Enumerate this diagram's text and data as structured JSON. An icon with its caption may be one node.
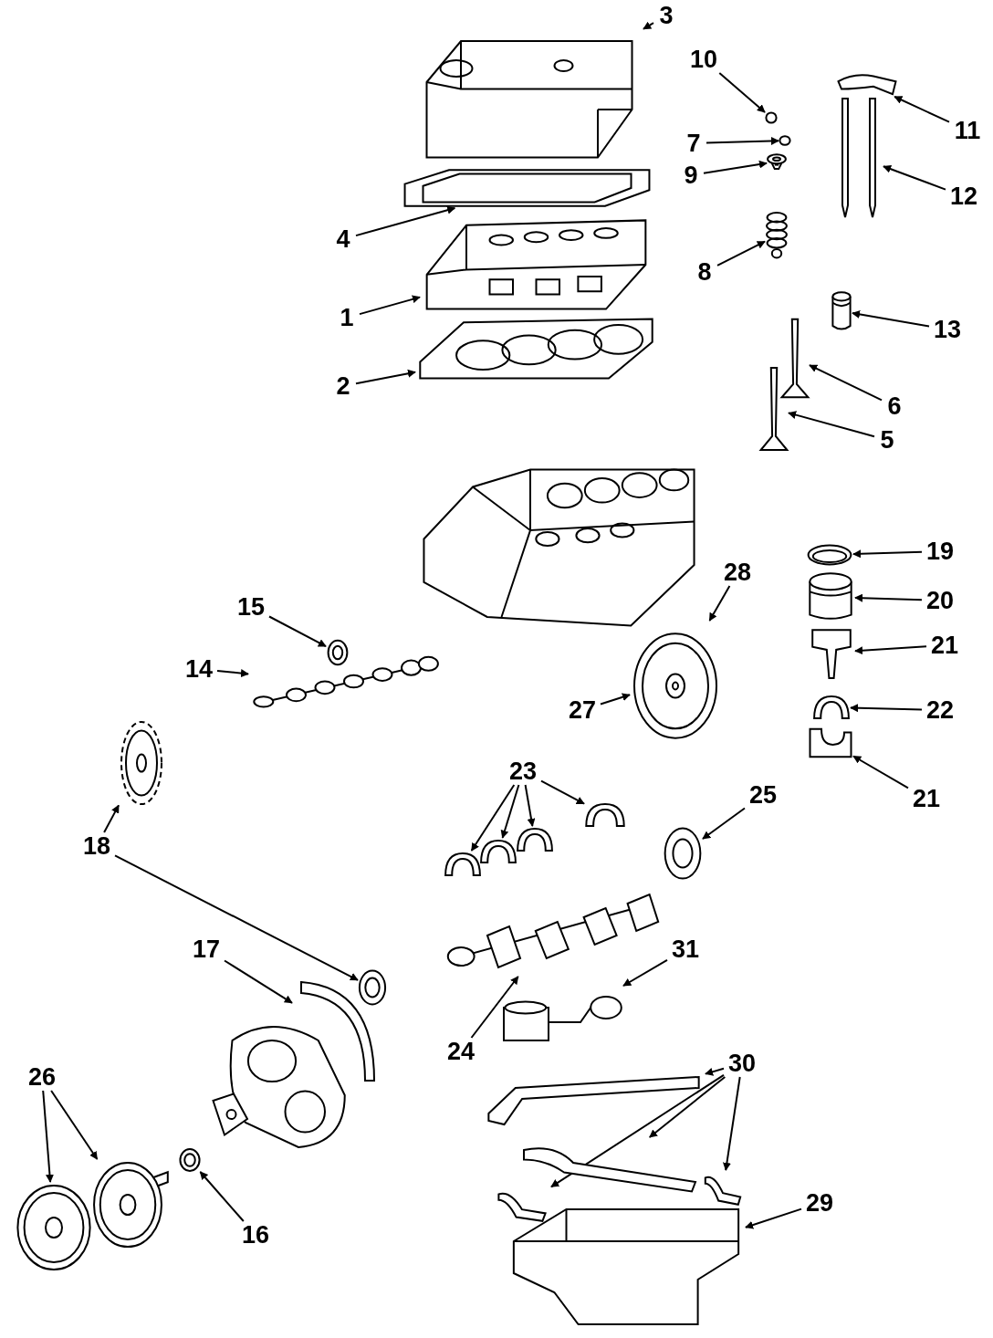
{
  "diagram": {
    "nodes": [
      {
        "text": [
          "3"
        ]
      },
      {
        "text": [],
        "shape": "picture"
      },
      {
        "text": [
          "10"
        ]
      },
      {
        "text": [],
        "shape": "circle"
      },
      {
        "text": [
          "7"
        ]
      },
      {
        "text": [],
        "shape": "circle"
      },
      {
        "text": [
          "9"
        ]
      },
      {
        "text": [],
        "shape": "picture"
      },
      {
        "text": [
          "11"
        ]
      },
      {
        "text": [],
        "shape": "picture"
      },
      {
        "text": [
          "12"
        ]
      },
      {
        "text": [],
        "shape": "picture"
      },
      {
        "text": [
          "4"
        ]
      },
      {
        "text": [],
        "shape": "picture"
      },
      {
        "text": [
          "8"
        ]
      },
      {
        "text": [],
        "shape": "picture"
      },
      {
        "text": [
          "1"
        ]
      },
      {
        "text": [],
        "shape": "picture"
      },
      {
        "text": [
          "13"
        ]
      },
      {
        "text": [],
        "shape": "cylinder"
      },
      {
        "text": [
          "2"
        ]
      },
      {
        "text": [],
        "shape": "picture"
      },
      {
        "text": [
          "6"
        ]
      },
      {
        "text": [],
        "shape": "picture"
      },
      {
        "text": [
          "5"
        ]
      },
      {
        "text": [],
        "shape": "picture"
      },
      {
        "text": [
          "19"
        ]
      },
      {
        "text": [],
        "shape": "picture"
      },
      {
        "text": [
          "20"
        ]
      },
      {
        "text": [],
        "shape": "picture"
      },
      {
        "text": [
          "28"
        ]
      },
      {
        "text": [],
        "shape": "picture"
      },
      {
        "text": [
          "15"
        ]
      },
      {
        "text": [],
        "shape": "picture"
      },
      {
        "text": [
          "21"
        ]
      },
      {
        "text": [],
        "shape": "picture"
      },
      {
        "text": [
          "14"
        ]
      },
      {
        "text": [],
        "shape": "picture"
      },
      {
        "text": [
          "27"
        ]
      },
      {
        "text": [
          "22"
        ]
      },
      {
        "text": [],
        "shape": "picture"
      },
      {
        "text": [],
        "shape": "picture"
      },
      {
        "text": [
          "21"
        ]
      },
      {
        "text": [
          "18"
        ]
      },
      {
        "text": [],
        "shape": "picture"
      },
      {
        "text": [
          "23"
        ]
      },
      {
        "text": [],
        "shape": "picture"
      },
      {
        "text": [],
        "shape": "picture"
      },
      {
        "text": [],
        "shape": "picture"
      },
      {
        "text": [],
        "shape": "picture"
      },
      {
        "text": [
          "25"
        ]
      },
      {
        "text": [],
        "shape": "picture"
      },
      {
        "text": [],
        "shape": "picture"
      },
      {
        "text": [
          "24"
        ]
      },
      {
        "text": [
          "17"
        ]
      },
      {
        "text": [],
        "shape": "picture"
      },
      {
        "text": [],
        "shape": "picture"
      },
      {
        "text": [
          "31"
        ]
      },
      {
        "text": [],
        "shape": "picture"
      },
      {
        "text": [
          "30"
        ]
      },
      {
        "text": [],
        "shape": "picture"
      },
      {
        "text": [],
        "shape": "picture"
      },
      {
        "text": [],
        "shape": "picture"
      },
      {
        "text": [],
        "shape": "picture"
      },
      {
        "text": [
          "26"
        ]
      },
      {
        "text": [],
        "shape": "picture"
      },
      {
        "text": [],
        "shape": "picture"
      },
      {
        "text": [
          "16"
        ]
      },
      {
        "text": [],
        "shape": "picture"
      },
      {
        "text": [
          "29"
        ]
      },
      {
        "text": [],
        "shape": "picture"
      }
    ],
    "edges": [
      {
        "from": 0,
        "to": 1,
        "arrow": "to"
      },
      {
        "from": 2,
        "to": 3,
        "arrow": "to"
      },
      {
        "from": 4,
        "to": 5,
        "arrow": "to"
      },
      {
        "from": 6,
        "to": 7,
        "arrow": "to"
      },
      {
        "from": 8,
        "to": 9,
        "arrow": "to"
      },
      {
        "from": 10,
        "to": 11,
        "arrow": "to"
      },
      {
        "from": 12,
        "to": 13,
        "arrow": "to"
      },
      {
        "from": 14,
        "to": 15,
        "arrow": "to"
      },
      {
        "from": 16,
        "to": 17,
        "arrow": "to"
      },
      {
        "from": 18,
        "to": 19,
        "arrow": "to"
      },
      {
        "from": 20,
        "to": 21,
        "arrow": "to"
      },
      {
        "from": 22,
        "to": 23,
        "arrow": "to"
      },
      {
        "from": 24,
        "to": 25,
        "arrow": "to"
      },
      {
        "from": 26,
        "to": 27,
        "arrow": "to"
      },
      {
        "from": 28,
        "to": 29,
        "arrow": "to"
      },
      {
        "from": 30,
        "to": 31,
        "arrow": "to"
      },
      {
        "from": 32,
        "to": 33,
        "arrow": "to"
      },
      {
        "from": 34,
        "to": 35,
        "arrow": "to"
      },
      {
        "from": 36,
        "to": 37,
        "arrow": "to"
      },
      {
        "from": 38,
        "to": 31,
        "arrow": "to"
      },
      {
        "from": 39,
        "to": 40,
        "arrow": "to"
      },
      {
        "from": 42,
        "to": 41,
        "arrow": "to"
      },
      {
        "from": 43,
        "to": 44,
        "arrow": "to"
      },
      {
        "from": 43,
        "to": 56,
        "arrow": "to"
      },
      {
        "from": 45,
        "to": 46,
        "arrow": "to"
      },
      {
        "from": 45,
        "to": 47,
        "arrow": "to"
      },
      {
        "from": 45,
        "to": 48,
        "arrow": "to"
      },
      {
        "from": 45,
        "to": 49,
        "arrow": "to"
      },
      {
        "from": 50,
        "to": 51,
        "arrow": "to"
      },
      {
        "from": 53,
        "to": 52,
        "arrow": "to"
      },
      {
        "from": 54,
        "to": 55,
        "arrow": "to"
      },
      {
        "from": 57,
        "to": 58,
        "arrow": "to"
      },
      {
        "from": 59,
        "to": 60,
        "arrow": "to"
      },
      {
        "from": 59,
        "to": 61,
        "arrow": "to"
      },
      {
        "from": 59,
        "to": 62,
        "arrow": "to"
      },
      {
        "from": 59,
        "to": 63,
        "arrow": "to"
      },
      {
        "from": 64,
        "to": 65,
        "arrow": "to"
      },
      {
        "from": 64,
        "to": 66,
        "arrow": "to"
      },
      {
        "from": 67,
        "to": 68,
        "arrow": "to"
      },
      {
        "from": 69,
        "to": 70,
        "arrow": "to"
      }
    ]
  }
}
